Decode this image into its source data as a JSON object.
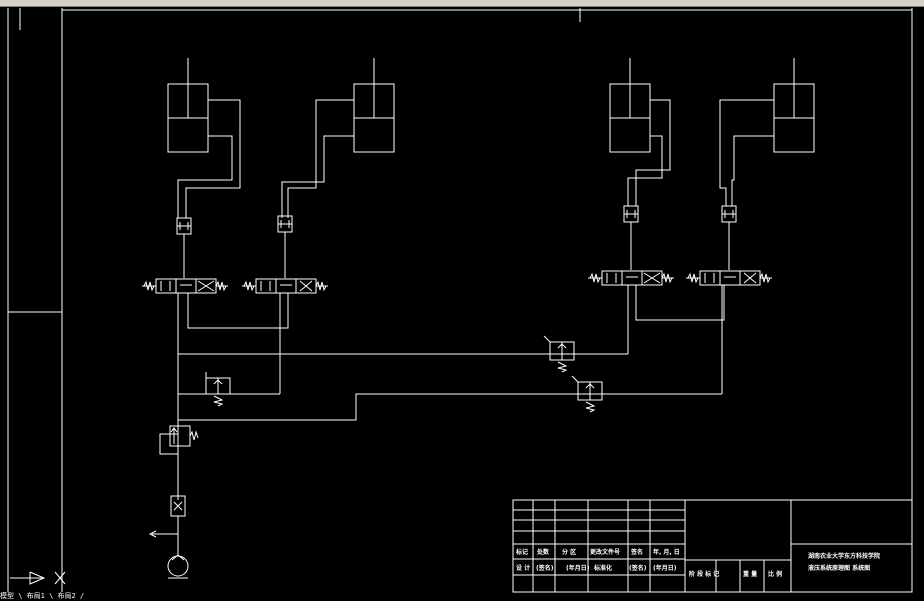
{
  "colors": {
    "background": "#000000",
    "line": "#ffffff",
    "toolbar": "#d4d0c8"
  },
  "title_block": {
    "row_header": [
      "标记",
      "处数",
      "分 区",
      "更改文件号",
      "签名",
      "年, 月, 日"
    ],
    "row_design": [
      "设 计",
      "(签名)",
      "(年月日)",
      "标准化",
      "(签名)",
      "(年月日)"
    ],
    "stage_labels": [
      "阶 段 标 记",
      "重 量",
      "比 例"
    ],
    "institution": "湖南农业大学东方科技学院",
    "drawing_name": "液压系统原理图 系统图"
  },
  "status_text": "模型 \\ 布局1 \\ 布局2 /"
}
